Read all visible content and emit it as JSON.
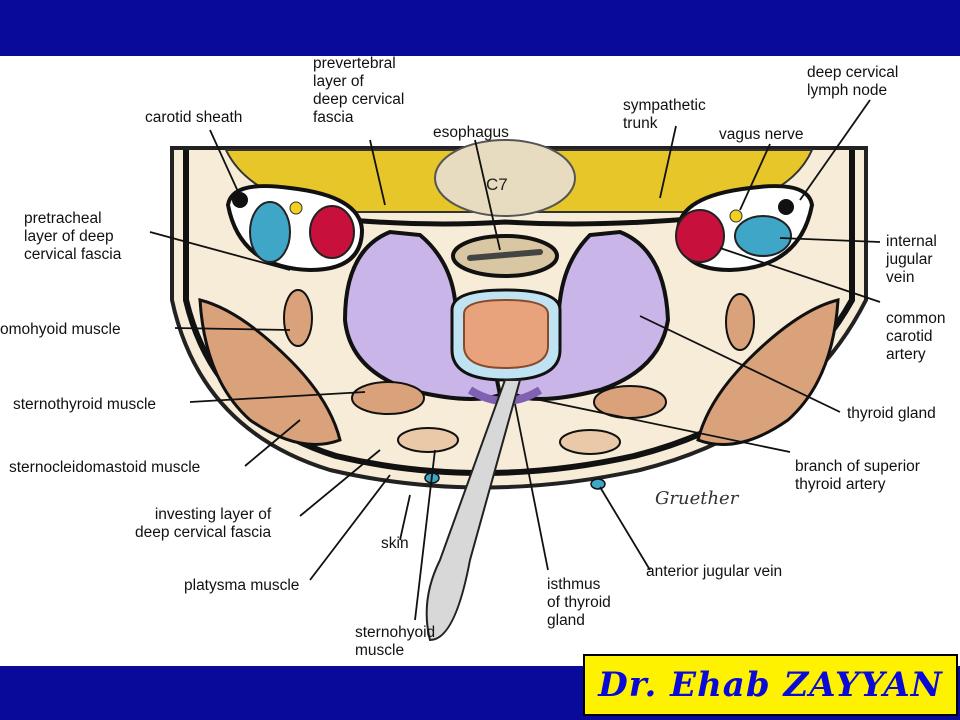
{
  "colors": {
    "bar": "#0a0a9a",
    "author_bg": "#fff200",
    "author_text": "#0a0ad8",
    "thyroid": "#c9b5e8",
    "vein": "#3fa6c8",
    "artery": "#c8103c",
    "muscle": "#d9a27a",
    "vertebra": "#e6c629",
    "trachea_ring": "#bfe3f2",
    "trachea_lumen": "#e8a37c"
  },
  "vertebra_label": "C7",
  "signature": "Gruether",
  "author": "Dr. Ehab ZAYYAN",
  "labels": {
    "carotid_sheath": "carotid sheath",
    "prevertebral": "prevertebral\nlayer of\ndeep cervical\nfascia",
    "esophagus": "esophagus",
    "sympathetic": "sympathetic\ntrunk",
    "deep_node": "deep cervical\nlymph node",
    "vagus": "vagus nerve",
    "pretracheal": "pretracheal\nlayer of deep\ncervical fascia",
    "ijv": "internal\njugular\nvein",
    "cca": "common\ncarotid\nartery",
    "omohyoid": "omohyoid muscle",
    "sternothyroid": "sternothyroid muscle",
    "thyroid_gland": "thyroid gland",
    "scm": "sternocleidomastoid muscle",
    "branch_sup_thyroid": "branch of superior\nthyroid artery",
    "investing": "investing layer of\ndeep cervical fascia",
    "skin": "skin",
    "platysma": "platysma muscle",
    "isthmus": "isthmus\nof thyroid\ngland",
    "ant_jugular": "anterior jugular vein",
    "sternohyoid": "sternohyoid\nmuscle"
  }
}
